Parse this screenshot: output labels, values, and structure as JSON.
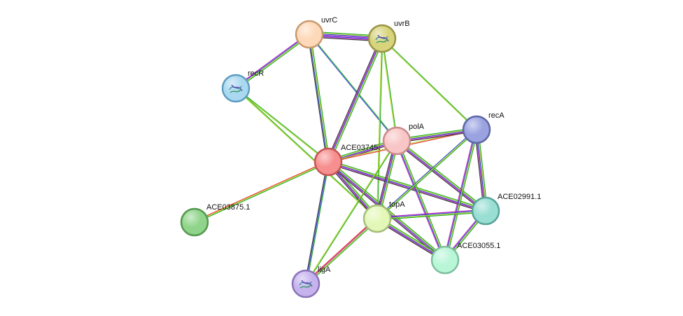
{
  "network": {
    "nodes": [
      {
        "id": "uvrC",
        "label": "uvrC",
        "fill": "#fdd9b9",
        "stroke": "#c89a70",
        "glyph": false
      },
      {
        "id": "uvrB",
        "label": "uvrB",
        "fill": "#d7d47c",
        "stroke": "#999447",
        "glyph": true
      },
      {
        "id": "recR",
        "label": "recR",
        "fill": "#a9d8f0",
        "stroke": "#5f9ec0",
        "glyph": true
      },
      {
        "id": "polA",
        "label": "polA",
        "fill": "#f8c6c6",
        "stroke": "#c98b8b",
        "glyph": false
      },
      {
        "id": "recA",
        "label": "recA",
        "fill": "#9aa3e0",
        "stroke": "#5e67a6",
        "glyph": false
      },
      {
        "id": "ACE03745",
        "label": "ACE03745.",
        "fill": "#f78f8f",
        "stroke": "#c35555",
        "glyph": false
      },
      {
        "id": "ACE02991",
        "label": "ACE02991.1",
        "fill": "#98ded3",
        "stroke": "#5aa397",
        "glyph": false
      },
      {
        "id": "ACE03875",
        "label": "ACE03875.1",
        "fill": "#8fd48a",
        "stroke": "#55984f",
        "glyph": false
      },
      {
        "id": "topA",
        "label": "topA",
        "fill": "#e3f8b8",
        "stroke": "#a5bd7b",
        "glyph": false
      },
      {
        "id": "ACE03055",
        "label": "ACE03055.1",
        "fill": "#b9f6d8",
        "stroke": "#7ec09e",
        "glyph": false
      },
      {
        "id": "ligA",
        "label": "ligA",
        "fill": "#c6b3ee",
        "stroke": "#8a74b8",
        "glyph": true
      }
    ],
    "edges": [
      {
        "from": "uvrC",
        "to": "uvrB",
        "colors": [
          "#1fa81f",
          "#b4d82c",
          "#3344dd",
          "#c026c0",
          "#3344dd",
          "#c026c0",
          "#333333"
        ]
      },
      {
        "from": "uvrC",
        "to": "recR",
        "colors": [
          "#1fa81f",
          "#b4d82c",
          "#3344dd",
          "#c026c0"
        ]
      },
      {
        "from": "uvrC",
        "to": "ACE03745",
        "colors": [
          "#1fa81f",
          "#b4d82c",
          "#3344dd",
          "#333333"
        ]
      },
      {
        "from": "uvrC",
        "to": "polA",
        "colors": [
          "#1fa81f",
          "#3344dd"
        ]
      },
      {
        "from": "uvrB",
        "to": "ACE03745",
        "colors": [
          "#1fa81f",
          "#b4d82c",
          "#3344dd",
          "#c026c0",
          "#333333"
        ]
      },
      {
        "from": "uvrB",
        "to": "polA",
        "colors": [
          "#1fa81f",
          "#b4d82c"
        ]
      },
      {
        "from": "uvrB",
        "to": "recA",
        "colors": [
          "#1fa81f",
          "#b4d82c"
        ]
      },
      {
        "from": "uvrB",
        "to": "topA",
        "colors": [
          "#1fa81f",
          "#b4d82c"
        ]
      },
      {
        "from": "recR",
        "to": "ACE03745",
        "colors": [
          "#1fa81f",
          "#b4d82c"
        ]
      },
      {
        "from": "recR",
        "to": "topA",
        "colors": [
          "#1fa81f",
          "#b4d82c"
        ]
      },
      {
        "from": "ACE03745",
        "to": "polA",
        "colors": [
          "#1fa81f",
          "#b4d82c",
          "#3344dd",
          "#c026c0",
          "#333333"
        ]
      },
      {
        "from": "ACE03745",
        "to": "recA",
        "colors": [
          "#b4d82c",
          "#e8322a"
        ]
      },
      {
        "from": "ACE03745",
        "to": "ACE02991",
        "colors": [
          "#1fa81f",
          "#b4d82c",
          "#3344dd",
          "#c026c0",
          "#333333"
        ]
      },
      {
        "from": "ACE03745",
        "to": "ACE03875",
        "colors": [
          "#1fa81f",
          "#b4d82c",
          "#e8322a"
        ]
      },
      {
        "from": "ACE03745",
        "to": "topA",
        "colors": [
          "#1fa81f",
          "#b4d82c",
          "#3344dd",
          "#c026c0",
          "#333333"
        ]
      },
      {
        "from": "ACE03745",
        "to": "ACE03055",
        "colors": [
          "#1fa81f",
          "#b4d82c",
          "#3344dd",
          "#c026c0",
          "#333333"
        ]
      },
      {
        "from": "ACE03745",
        "to": "ligA",
        "colors": [
          "#1fa81f",
          "#3344dd",
          "#333333"
        ]
      },
      {
        "from": "polA",
        "to": "recA",
        "colors": [
          "#1fa81f",
          "#b4d82c",
          "#3344dd",
          "#c026c0",
          "#333333"
        ]
      },
      {
        "from": "polA",
        "to": "ACE02991",
        "colors": [
          "#1fa81f",
          "#b4d82c",
          "#3344dd",
          "#c026c0",
          "#333333"
        ]
      },
      {
        "from": "polA",
        "to": "topA",
        "colors": [
          "#1fa81f",
          "#b4d82c",
          "#3344dd",
          "#c026c0",
          "#333333"
        ]
      },
      {
        "from": "polA",
        "to": "ACE03055",
        "colors": [
          "#1fa81f",
          "#b4d82c",
          "#3344dd",
          "#c026c0"
        ]
      },
      {
        "from": "polA",
        "to": "ligA",
        "colors": [
          "#1fa81f",
          "#b4d82c"
        ]
      },
      {
        "from": "recA",
        "to": "ACE02991",
        "colors": [
          "#1fa81f",
          "#b4d82c",
          "#3344dd",
          "#c026c0",
          "#333333"
        ]
      },
      {
        "from": "recA",
        "to": "topA",
        "colors": [
          "#1fa81f",
          "#b4d82c",
          "#3344dd"
        ]
      },
      {
        "from": "recA",
        "to": "ACE03055",
        "colors": [
          "#1fa81f",
          "#b4d82c",
          "#3344dd",
          "#c026c0"
        ]
      },
      {
        "from": "ACE02991",
        "to": "topA",
        "colors": [
          "#1fa81f",
          "#b4d82c",
          "#3344dd",
          "#c026c0"
        ]
      },
      {
        "from": "ACE02991",
        "to": "ACE03055",
        "colors": [
          "#1fa81f",
          "#b4d82c",
          "#3344dd",
          "#c026c0"
        ]
      },
      {
        "from": "topA",
        "to": "ACE03055",
        "colors": [
          "#1fa81f",
          "#b4d82c",
          "#3344dd",
          "#c026c0",
          "#333333"
        ]
      },
      {
        "from": "topA",
        "to": "ligA",
        "colors": [
          "#1fa81f",
          "#b4d82c",
          "#c026c0",
          "#e8322a"
        ]
      }
    ]
  }
}
